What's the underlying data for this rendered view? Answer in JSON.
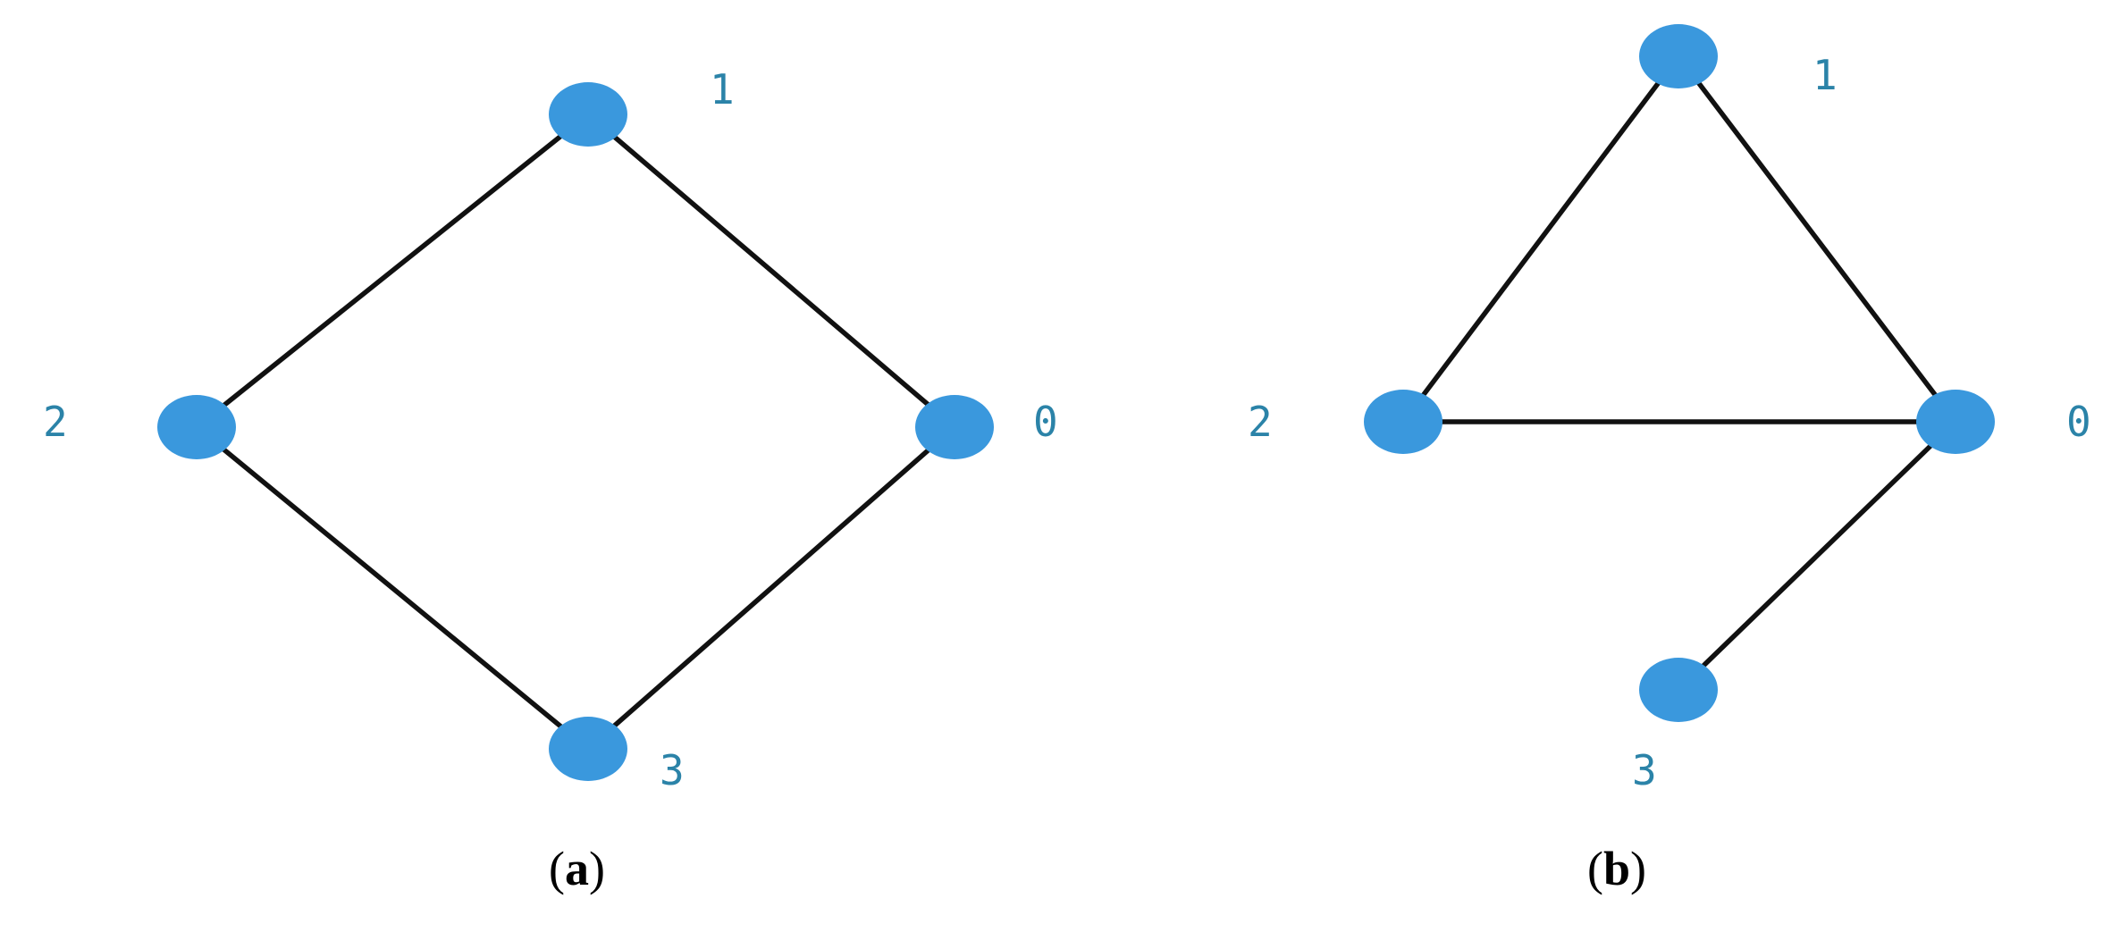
{
  "colors": {
    "node": "#3a98dd",
    "label": "#2b83a8",
    "edge": "#111111"
  },
  "panels": [
    {
      "caption": {
        "open": "(",
        "letter": "a",
        "close": ")"
      },
      "nodes": [
        {
          "id": "0",
          "label": "0"
        },
        {
          "id": "1",
          "label": "1"
        },
        {
          "id": "2",
          "label": "2"
        },
        {
          "id": "3",
          "label": "3"
        }
      ],
      "edges": [
        [
          "1",
          "2"
        ],
        [
          "1",
          "0"
        ],
        [
          "2",
          "3"
        ],
        [
          "0",
          "3"
        ]
      ]
    },
    {
      "caption": {
        "open": "(",
        "letter": "b",
        "close": ")"
      },
      "nodes": [
        {
          "id": "0",
          "label": "0"
        },
        {
          "id": "1",
          "label": "1"
        },
        {
          "id": "2",
          "label": "2"
        },
        {
          "id": "3",
          "label": "3"
        }
      ],
      "edges": [
        [
          "1",
          "2"
        ],
        [
          "1",
          "0"
        ],
        [
          "2",
          "0"
        ],
        [
          "0",
          "3"
        ]
      ]
    }
  ]
}
